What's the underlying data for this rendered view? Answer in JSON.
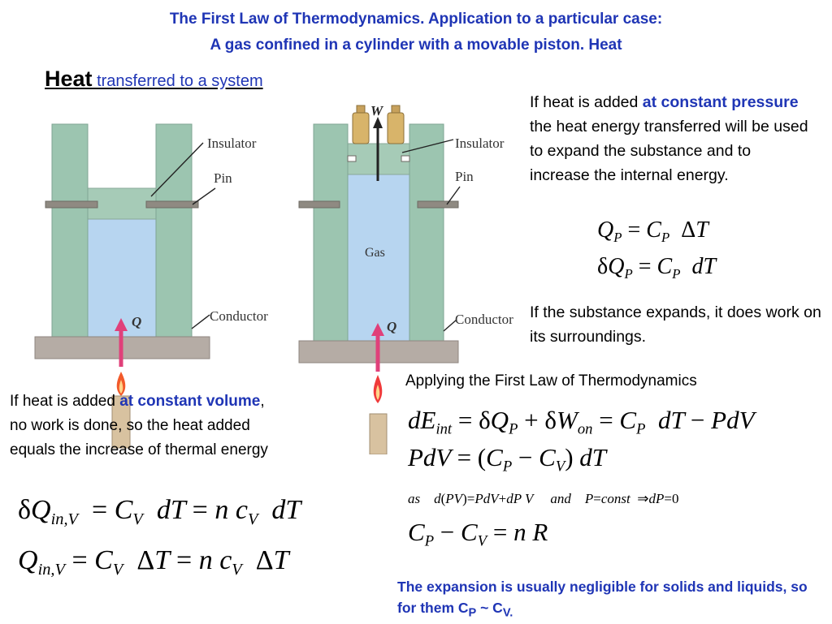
{
  "title": {
    "line1": "The First Law of Thermodynamics. Application to a particular case:",
    "line2": "A gas confined in a cylinder with a movable piston. Heat"
  },
  "heading": {
    "main": "Heat",
    "sub": " transferred to a system"
  },
  "diagram": {
    "insulator": "Insulator",
    "pin": "Pin",
    "conductor": "Conductor",
    "heat_symbol": "Q",
    "work_symbol": "W",
    "gas": "Gas"
  },
  "const_pressure": {
    "text1": "If heat is added ",
    "highlight": "at constant pressure",
    "text2": " the heat energy transferred will be used to expand the substance and to increase the internal energy.",
    "expands": "If the substance expands, it does work on its surroundings."
  },
  "const_volume": {
    "text1": "If heat is added ",
    "highlight": "at constant volume",
    "text2": ", no work is done, so the heat added equals the increase of thermal energy"
  },
  "first_law": {
    "heading": "Applying the First Law of Thermodynamics"
  },
  "note": {
    "text": "The expansion is usually negligible for solids and liquids, so for them C",
    "sub1": "P",
    "tilde": " ~ C",
    "sub2": "V."
  },
  "colors": {
    "title_blue": "#1f35b5",
    "wall_green": "#9cc5b0",
    "gas_blue": "#b7d5f0",
    "base_gray": "#b5aca5",
    "heat_arrow": "#e0407a"
  }
}
